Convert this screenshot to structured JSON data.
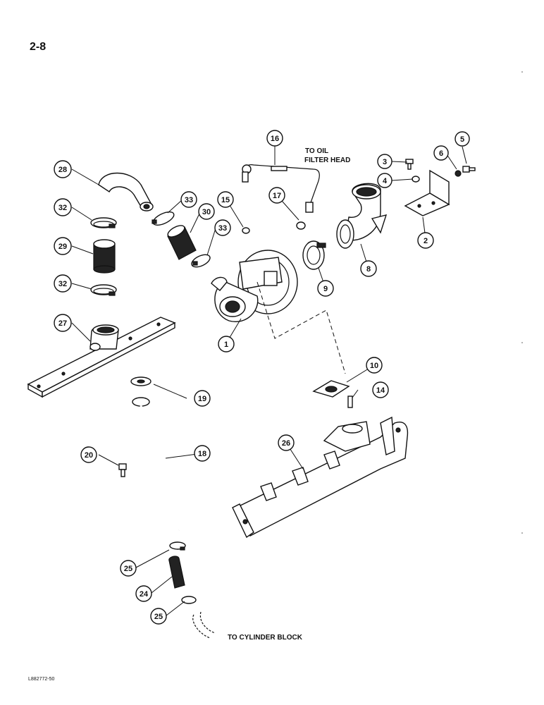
{
  "page": {
    "number": "2-8",
    "ref_code": "L882772-50"
  },
  "notes": {
    "to_oil_line1": "TO OIL",
    "to_oil_line2": "FILTER HEAD",
    "to_cylinder_block": "TO CYLINDER BLOCK"
  },
  "callouts": {
    "c1": "1",
    "c2": "2",
    "c3": "3",
    "c4": "4",
    "c5": "5",
    "c6": "6",
    "c8": "8",
    "c9": "9",
    "c10": "10",
    "c14": "14",
    "c15": "15",
    "c16": "16",
    "c17": "17",
    "c18": "18",
    "c19": "19",
    "c20": "20",
    "c24": "24",
    "c25a": "25",
    "c25b": "25",
    "c26": "26",
    "c27": "27",
    "c28": "28",
    "c29": "29",
    "c30": "30",
    "c32a": "32",
    "c32b": "32",
    "c33a": "33",
    "c33b": "33"
  }
}
